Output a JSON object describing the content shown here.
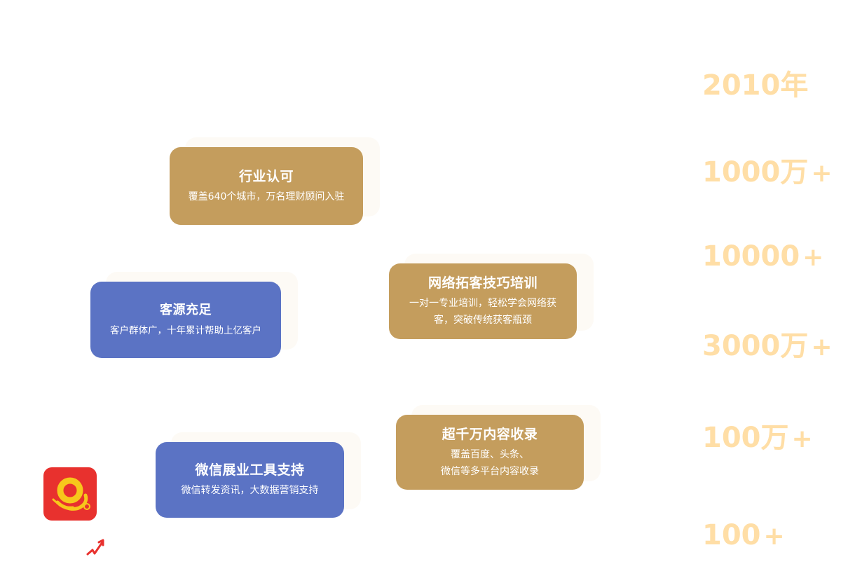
{
  "stats": [
    {
      "value": "2010年",
      "plus": ""
    },
    {
      "value": "1000万",
      "plus": "+"
    },
    {
      "value": "10000",
      "plus": "+"
    },
    {
      "value": "3000万",
      "plus": "+"
    },
    {
      "value": "100万",
      "plus": "+"
    },
    {
      "value": "100",
      "plus": "+"
    }
  ],
  "cards": {
    "industry": {
      "title": "行业认可",
      "desc": "覆盖640个城市，万名理财顾问入驻"
    },
    "clients": {
      "title": "客源充足",
      "desc": "客户群体广，十年累计帮助上亿客户"
    },
    "training": {
      "title": "网络拓客技巧培训",
      "desc_line1": "一对一专业培训，轻松学会网络获",
      "desc_line2": "客，突破传统获客瓶颈"
    },
    "content": {
      "title": "超千万内容收录",
      "desc_line1": "覆盖百度、头条、",
      "desc_line2": "微信等多平台内容收录"
    },
    "wechat": {
      "title": "微信展业工具支持",
      "desc": "微信转发资讯，大数据营销支持"
    }
  },
  "colors": {
    "gold_card": "#c49d5d",
    "blue_card": "#5b73c4",
    "stat_text": "#ffdea6",
    "logo_bg": "#e8312e",
    "logo_mark": "#f7c71b",
    "trend": "#e8312e"
  },
  "icons": {
    "logo": "app-logo-icon",
    "trend": "trend-up-icon"
  }
}
